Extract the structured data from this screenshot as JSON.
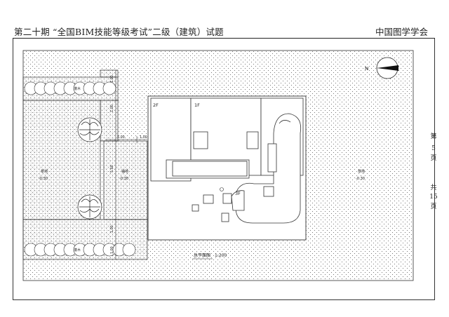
{
  "header": {
    "title": "第二十期 “全国BIM技能等级考试”二级（建筑）试题",
    "org": "中国图学学会"
  },
  "page": {
    "current": [
      "第",
      "5",
      "页"
    ],
    "total": [
      "共",
      "15",
      "页"
    ]
  },
  "plan": {
    "compass_label": "N",
    "floor_labels": [
      "2F",
      "1F",
      "3F"
    ],
    "areas": [
      {
        "name": "草地",
        "elev": "-0.30"
      },
      {
        "name": "铺地",
        "elev": "-0.30"
      },
      {
        "name": "草地",
        "elev": "-0.30"
      }
    ],
    "shrub_label": "灌木",
    "dims": {
      "v1": "1.00",
      "v2": "5.00",
      "v3": "1.00",
      "h1": "5.00",
      "h2": "1.00",
      "v4": "1.00",
      "v5": "1.00"
    },
    "title": "总平面图",
    "scale": "1:200"
  }
}
